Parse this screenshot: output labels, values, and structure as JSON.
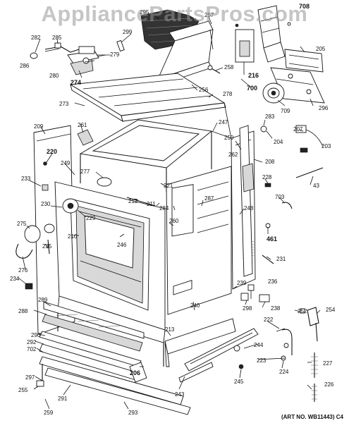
{
  "watermark": "AppliancePartsPros.com",
  "art_number": "(ART NO. WB11443) C4",
  "part_labels": {
    "p295": "295",
    "p257": "257",
    "p708": "708",
    "p282": "282",
    "p285": "285",
    "p286": "286",
    "p299": "299",
    "p279": "279",
    "p280": "280",
    "p274": "274",
    "p205": "205",
    "p258": "258",
    "p216": "216",
    "p700": "700",
    "p256": "256",
    "p278": "278",
    "p709": "709",
    "p296": "296",
    "p273": "273",
    "p209": "209",
    "p261": "261",
    "p247": "247",
    "p283": "283",
    "p204": "204",
    "p207": "207",
    "p250": "250",
    "p203": "203",
    "p262": "262",
    "p220": "220",
    "p249": "249",
    "p208": "208",
    "p277": "277",
    "p228": "228",
    "p233": "233",
    "p221": "221",
    "p43": "43",
    "p703": "703",
    "p212": "212",
    "p284": "284",
    "p287": "287",
    "p230": "230",
    "p211": "211",
    "p248": "248",
    "p229": "229",
    "p275": "275",
    "p260": "260",
    "p246": "246",
    "p210": "210",
    "p235": "235",
    "p461": "461",
    "p231": "231",
    "p276": "276",
    "p234": "234",
    "p239": "239",
    "p236": "236",
    "p289": "289",
    "p240": "240",
    "p298": "298",
    "p238": "238",
    "p252": "252",
    "p254": "254",
    "p288": "288",
    "p213": "213",
    "p222": "222",
    "p290": "290",
    "p292": "292",
    "p702": "702",
    "p244": "244",
    "p223": "223",
    "p224": "224",
    "p227": "227",
    "p206": "206",
    "p297": "297",
    "p255": "255",
    "p245": "245",
    "p243": "243",
    "p291": "291",
    "p226": "226",
    "p259": "259",
    "p293": "293"
  }
}
